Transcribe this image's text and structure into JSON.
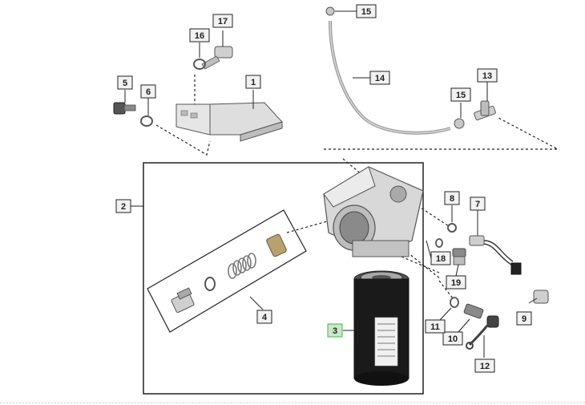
{
  "colors": {
    "line": "#222222",
    "callout_fill": "#f2f2f2",
    "callout_highlight": "#c8e8c8",
    "callout_highlight_border": "#4caf50",
    "filter_body": "#1a1a1a",
    "metal_light": "#d8d8d8",
    "metal_dark": "#8a8a8a",
    "brass": "#b8a070"
  },
  "callouts": {
    "c1": "1",
    "c2": "2",
    "c3": "3",
    "c4": "4",
    "c5": "5",
    "c6": "6",
    "c7": "7",
    "c8": "8",
    "c9": "9",
    "c10": "10",
    "c11": "11",
    "c12": "12",
    "c13": "13",
    "c14": "14",
    "c15a": "15",
    "c15b": "15",
    "c16": "16",
    "c17": "17",
    "c18": "18",
    "c19": "19"
  },
  "highlighted_callout": "3"
}
